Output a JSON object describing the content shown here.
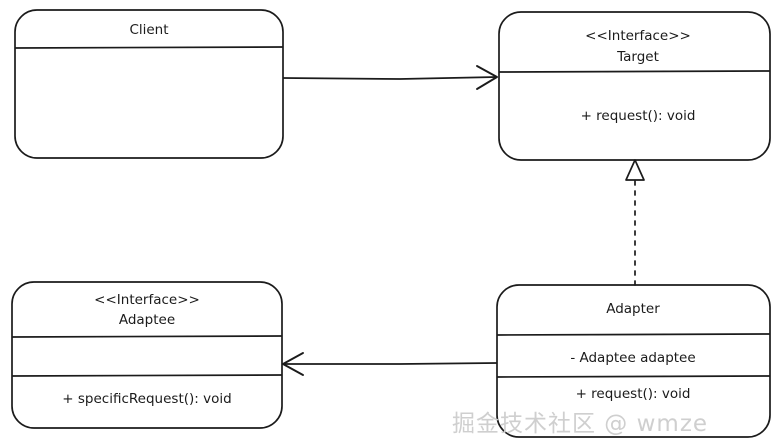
{
  "diagram": {
    "kind": "uml-class-diagram",
    "pattern": "Adapter",
    "background_color": "#ffffff",
    "stroke_color": "#1b1b1b",
    "style": "hand-drawn-sketch"
  },
  "classes": {
    "client": {
      "name": "Client",
      "stereotype": "",
      "attributes": [],
      "methods": [],
      "compartments": 2
    },
    "target": {
      "name": "Target",
      "stereotype": "<<Interface>>",
      "attributes": [],
      "methods": [
        "+ request(): void"
      ],
      "compartments": 2
    },
    "adaptee": {
      "name": "Adaptee",
      "stereotype": "<<Interface>>",
      "attributes": [],
      "methods": [
        "+ specificRequest(): void"
      ],
      "compartments": 3
    },
    "adapter": {
      "name": "Adapter",
      "stereotype": "",
      "attributes": [
        "- Adaptee adaptee"
      ],
      "methods": [
        "+ request(): void"
      ],
      "compartments": 3
    }
  },
  "relationships": [
    {
      "id": "client-to-target",
      "from": "Client",
      "to": "Target",
      "type": "association",
      "line": "solid",
      "arrowhead": "open",
      "label": ""
    },
    {
      "id": "adapter-to-target",
      "from": "Adapter",
      "to": "Target",
      "type": "realization",
      "line": "dashed",
      "arrowhead": "hollow-triangle",
      "label": ""
    },
    {
      "id": "adapter-to-adaptee",
      "from": "Adapter",
      "to": "Adaptee",
      "type": "association",
      "line": "solid",
      "arrowhead": "open",
      "label": ""
    }
  ],
  "watermark": {
    "text": "掘金技术社区 @ wmze",
    "color": "#cfcfcf"
  }
}
